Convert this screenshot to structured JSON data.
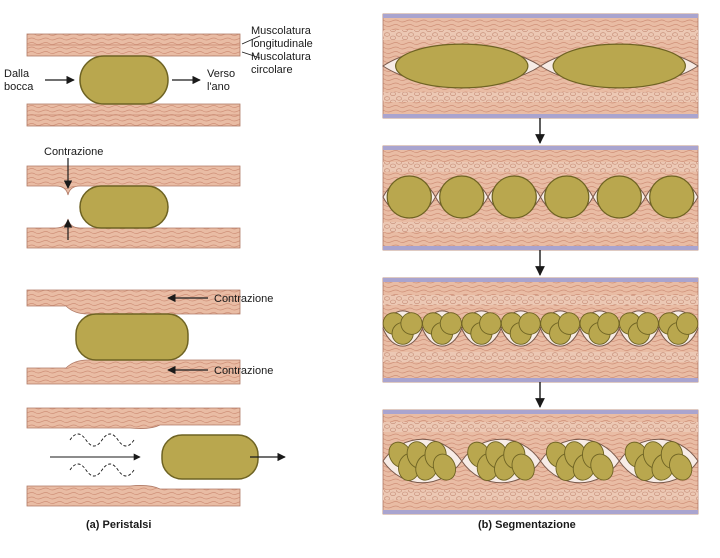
{
  "labels": {
    "muscolatura_longitudinale": [
      "Muscolatura",
      "longitudinale"
    ],
    "muscolatura_circolare": [
      "Muscolatura",
      "circolare"
    ],
    "dalla_bocca": [
      "Dalla",
      "bocca"
    ],
    "verso_ano": [
      "Verso",
      "l'ano"
    ],
    "contrazione": "Contrazione"
  },
  "captions": {
    "peristalsi": "(a) Peristalsi",
    "segmentazione": "(b) Segmentazione"
  },
  "colors": {
    "muscle": "#e9bca4",
    "muscle_line": "#c88a72",
    "lumen": "#f7ece6",
    "bolus": "#b9a74e",
    "bolus_edge": "#6e6323",
    "serosa": "#a9a4cf",
    "ink": "#1a1a1a"
  }
}
